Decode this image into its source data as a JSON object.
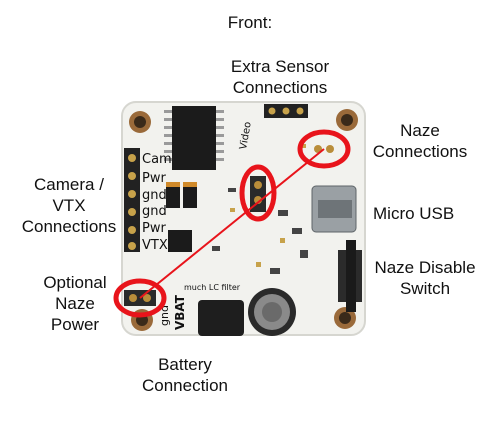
{
  "title": "Front:",
  "labels": {
    "extra_sensor": "Extra Sensor\nConnections",
    "naze_connections": "Naze\nConnections",
    "camera_vtx": "Camera /\nVTX\nConnections",
    "micro_usb": "Micro USB",
    "naze_disable": "Naze Disable\nSwitch",
    "optional_naze_power": "Optional\nNaze\nPower",
    "battery_connection": "Battery\nConnection"
  },
  "silkscreen": {
    "cam": "Cam",
    "pwr1": "Pwr",
    "gnd1": "gnd",
    "gnd2": "gnd",
    "pwr2": "Pwr",
    "vtx": "VTX",
    "gnd_bottom": "gnd",
    "vbat": "VBAT",
    "lc_filter": "much LC filter",
    "video": "Video"
  },
  "colors": {
    "board": "#f3f3f0",
    "highlight_red": "#e8141b",
    "chip": "#1b1b1b",
    "pad": "#b98d3a"
  }
}
